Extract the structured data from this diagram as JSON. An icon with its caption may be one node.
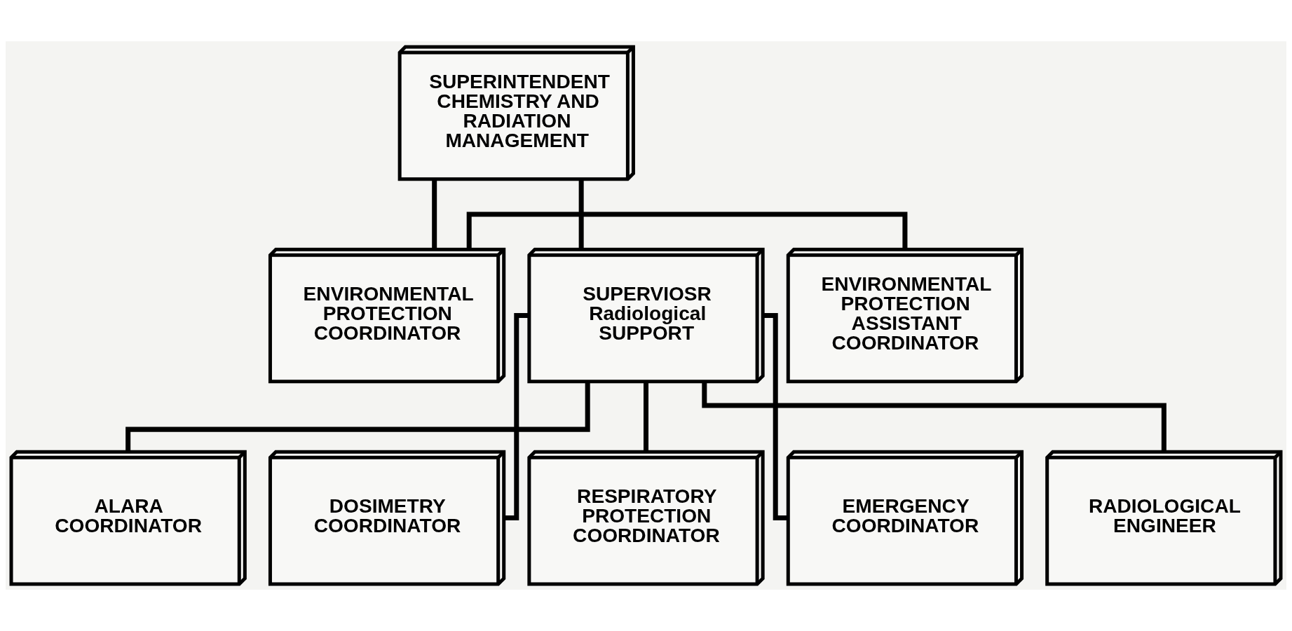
{
  "diagram": {
    "nodes": [
      {
        "text": [
          "SUPERINTENDENT CHEMISTRY AND RADIATION MANAGEMENT"
        ]
      },
      {
        "text": [
          "ENVIRONMENTAL PROTECTION COORDINATOR"
        ]
      },
      {
        "text": [
          "ENVIRONMENTAL PROTECTION ASSISTANT COORDINATOR"
        ]
      },
      {
        "text": [
          "SUPERVIOSR Radiological SUPPORT"
        ]
      },
      {
        "text": [
          "ALARA COORDINATOR"
        ]
      },
      {
        "text": [
          "DOSIMETRY COORDINATOR"
        ]
      },
      {
        "text": [
          "RESPIRATORY PROTECTION COORDINATOR"
        ]
      },
      {
        "text": [
          "EMERGENCY COORDINATOR"
        ]
      },
      {
        "text": [
          "RADIOLOGICAL ENGINEER"
        ]
      }
    ],
    "edges": [
      {
        "from": 0,
        "to": 1,
        "arrow": "none"
      },
      {
        "from": 0,
        "to": 3,
        "arrow": "none"
      },
      {
        "from": 1,
        "to": 2,
        "arrow": "none"
      },
      {
        "from": 3,
        "to": 4,
        "arrow": "none"
      },
      {
        "from": 3,
        "to": 5,
        "arrow": "none"
      },
      {
        "from": 3,
        "to": 6,
        "arrow": "none"
      },
      {
        "from": 3,
        "to": 7,
        "arrow": "none"
      },
      {
        "from": 3,
        "to": 8,
        "arrow": "none"
      }
    ]
  }
}
